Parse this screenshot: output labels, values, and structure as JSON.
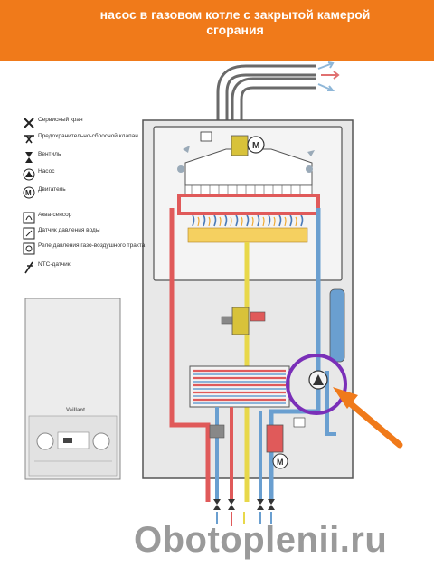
{
  "banner": {
    "title_line1": "насос в газовом котле с закрытой камерой",
    "title_line2": "сгорания",
    "color": "#f07a1a"
  },
  "legend": [
    {
      "icon": "service-valve-icon",
      "label": "Сервисный кран"
    },
    {
      "icon": "safety-relief-valve-icon",
      "label": "Предохранительно-сбросной клапан"
    },
    {
      "icon": "valve-icon",
      "label": "Вентиль"
    },
    {
      "icon": "pump-icon",
      "label": "Насос"
    },
    {
      "icon": "motor-icon",
      "label": "Двигатель"
    },
    {
      "icon": "aqua-sensor-icon",
      "label": "Аква-сенсор"
    },
    {
      "icon": "water-pressure-sensor-icon",
      "label": "Датчик давления воды"
    },
    {
      "icon": "air-pressure-relay-icon",
      "label": "Реле давления газо-воздушного тракта"
    },
    {
      "icon": "ntc-sensor-icon",
      "label": "NTC-датчик"
    }
  ],
  "boiler_brand": "Vaillant",
  "highlight": {
    "target": "pump",
    "circle_color": "#7a2fb8",
    "arrow_color": "#f07a1a"
  },
  "pipe_colors": {
    "hot": "#e05a5a",
    "cold": "#6a9fd0",
    "gas": "#e8d84a"
  },
  "watermark": "Obotoplenii.ru"
}
